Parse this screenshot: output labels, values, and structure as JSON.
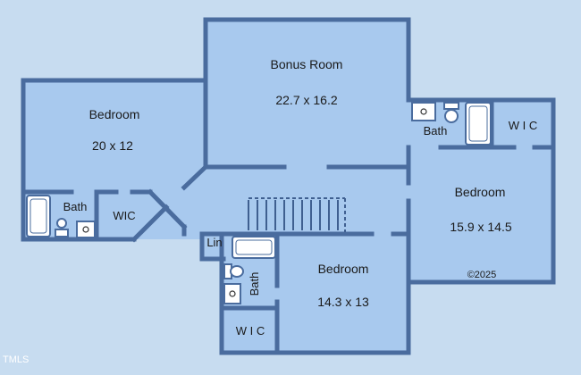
{
  "colors": {
    "background": "#c7dcf0",
    "room_fill": "#a8c9ee",
    "wall": "#4a6c9e"
  },
  "rooms": {
    "bonus": {
      "name": "Bonus Room",
      "dims": "22.7 x 16.2"
    },
    "bedroom_left": {
      "name": "Bedroom",
      "dims": "20 x 12"
    },
    "bedroom_right": {
      "name": "Bedroom",
      "dims": "15.9 x 14.5"
    },
    "bedroom_center": {
      "name": "Bedroom",
      "dims": "14.3 x 13"
    },
    "bath_left": {
      "name": "Bath"
    },
    "bath_right": {
      "name": "Bath"
    },
    "bath_center": {
      "name": "Bath"
    },
    "wic_left": {
      "name": "WIC"
    },
    "wic_right": {
      "name": "W I C"
    },
    "wic_center": {
      "name": "W I C"
    },
    "linen": {
      "name": "Lin"
    }
  },
  "copyright": "©2025",
  "watermark": "TMLS"
}
